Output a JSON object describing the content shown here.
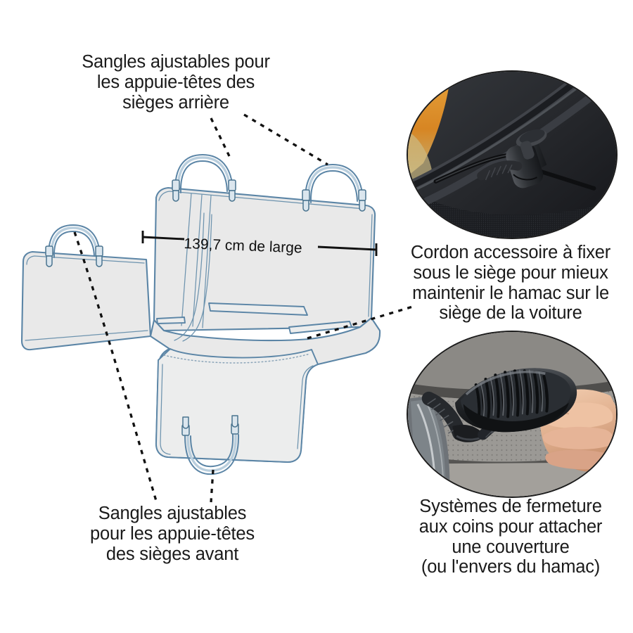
{
  "page": {
    "background": "#ffffff",
    "language": "fr"
  },
  "palette": {
    "line_blue": "#5b85a6",
    "line_blue_dark": "#4a748f",
    "fabric_fill": "#e9e9e9",
    "leader_black": "#111111",
    "text_black": "#1a1a1a",
    "photo_border": "#1c1c1c",
    "photo_dark_fabric": "#2b2d31",
    "photo_amber": "#e8a13a",
    "photo_gray_seat": "#8e8c88",
    "photo_skin": "#e7bb9c"
  },
  "captions": {
    "rear_straps": "Sangles ajustables pour\nles appuie-têtes des\nsièges arrière",
    "front_straps": "Sangles ajustables\npour les appuie-têtes\ndes sièges avant",
    "cord": "Cordon accessoire à fixer\nsous le siège pour mieux\nmaintenir le hamac sur le\nsiège de la voiture",
    "clips": "Systèmes de fermeture\naux coins pour attacher\nune couverture\n(ou l'envers du hamac)"
  },
  "dimension": {
    "label": "139,7 cm de large",
    "value": 139.7,
    "unit": "cm",
    "axis": "width"
  },
  "photos": [
    {
      "id": "photo-cord",
      "alt_name": "cord-lock-closeup",
      "subject": "Cordon accessoire / cord lock toggle on black hammock fabric",
      "dominant_colors": [
        "#2b2d31",
        "#171719",
        "#e8a13a"
      ]
    },
    {
      "id": "photo-clip",
      "alt_name": "corner-clip-closeup",
      "subject": "Main tenant un clip de fermeture noir fixé à une sangle sur un siège gris",
      "dominant_colors": [
        "#8e8c88",
        "#1d1f22",
        "#e7bb9c"
      ]
    }
  ],
  "diagram": {
    "name": "hammock-seat-cover-line-art",
    "parts": [
      {
        "name": "rear-backrest-panel"
      },
      {
        "name": "front-side-flap"
      },
      {
        "name": "seat-base-panel"
      },
      {
        "name": "front-apron-panel"
      },
      {
        "name": "seatbelt-slot",
        "count": 3
      },
      {
        "name": "rear-headrest-strap",
        "count": 2
      },
      {
        "name": "front-headrest-strap",
        "count": 1
      },
      {
        "name": "bottom-anchor-strap",
        "count": 1
      },
      {
        "name": "stitch-seam-dotted"
      }
    ],
    "leader_lines": [
      {
        "from": "caption-rear-straps",
        "to": "rear-strap-left"
      },
      {
        "from": "caption-rear-straps",
        "to": "rear-strap-right"
      },
      {
        "from": "caption-front-straps",
        "to": "front-strap-left"
      },
      {
        "from": "caption-front-straps",
        "to": "bottom-anchor-strap"
      },
      {
        "from": "caption-cord",
        "to": "hammock-right-edge"
      }
    ]
  }
}
